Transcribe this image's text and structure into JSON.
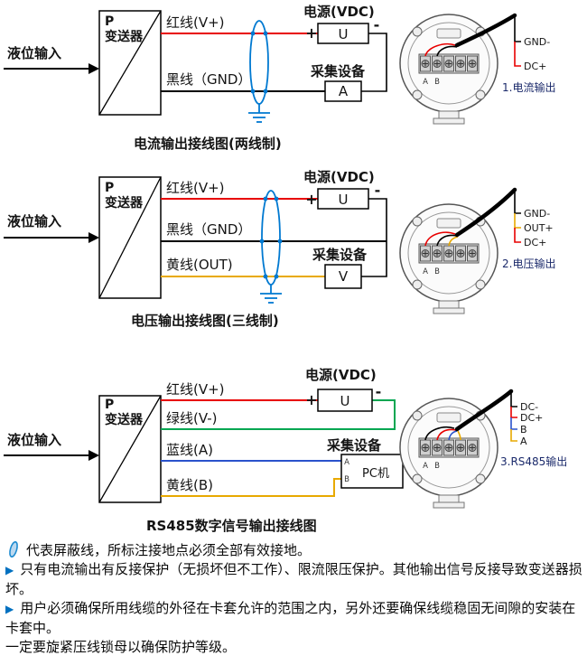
{
  "colors": {
    "wire_red": "#e80000",
    "wire_black": "#000000",
    "wire_yellow": "#e8a900",
    "wire_green": "#00a651",
    "wire_blue": "#2a52cc",
    "shield_blue": "#0079d1",
    "note_marker_blue": "#0070c0",
    "terminal_caption_navy": "#1b2a6b"
  },
  "icons": {
    "bullet": "▶"
  },
  "common": {
    "input_label": "液位输入",
    "transmitter_line1": "P",
    "transmitter_line2": "变送器",
    "power_title": "电源(VDC)",
    "power_plus": "+",
    "power_minus": "-",
    "power_unit": "U",
    "device_title": "采集设备"
  },
  "diagram1": {
    "wire_red": "红线(V+)",
    "wire_black": "黑线（GND）",
    "device_unit": "A",
    "caption": "电流输出接线图(两线制)",
    "terminals": {
      "t1": "GND-",
      "t2": "DC+"
    },
    "terminal_caption": "1.电流输出",
    "strip_a": "A",
    "strip_b": "B"
  },
  "diagram2": {
    "wire_red": "红线(V+)",
    "wire_black": "黑线（GND）",
    "wire_yellow": "黄线(OUT)",
    "device_unit": "V",
    "caption": "电压输出接线图(三线制)",
    "terminals": {
      "t1": "GND-",
      "t2": "OUT+",
      "t3": "DC+"
    },
    "terminal_caption": "2.电压输出",
    "strip_a": "A",
    "strip_b": "B"
  },
  "diagram3": {
    "wire_red": "红线(V+)",
    "wire_green": "绿线(V-)",
    "wire_blue": "蓝线(A)",
    "wire_yellow": "黄线(B)",
    "device_title": "采集设备",
    "device_a": "A",
    "device_b": "B",
    "device_unit": "PC机",
    "caption": "RS485数字信号输出接线图",
    "terminals": {
      "t1": "DC-",
      "t2": "DC+",
      "t3": "B",
      "t4": "A"
    },
    "terminal_caption": "3.RS485输出",
    "strip_a": "A",
    "strip_b": "B"
  },
  "notes": {
    "note1": "代表屏蔽线，所标注接地点必须全部有效接地。",
    "note2": "只有电流输出有反接保护（无损坏但不工作）、限流限压保护。其他输出信号反接导致变送器损坏。",
    "note3": "用户必须确保所用线缆的外径在卡套允许的范围之内，另外还要确保线缆稳固无间隙的安装在卡套中。",
    "note4": "一定要旋紧压线锁母以确保防护等级。"
  }
}
